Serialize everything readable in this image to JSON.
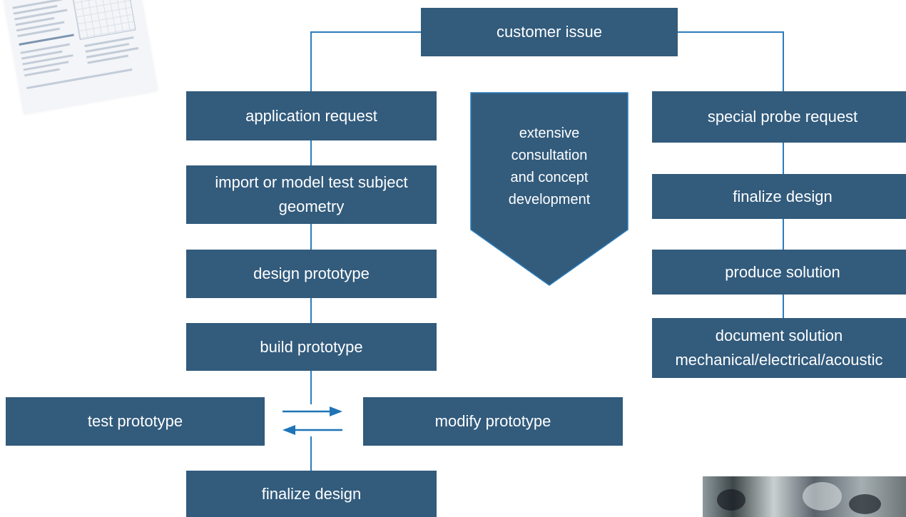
{
  "colors": {
    "box_fill": "#325b7c",
    "box_text": "#ffffff",
    "connector": "#2b7dbd",
    "arrow": "#1f74b8"
  },
  "diagram": {
    "top": {
      "customer_issue": "customer issue"
    },
    "left_branch": {
      "application_request": "application request",
      "import_geometry": "import or model test subject geometry",
      "design_prototype": "design prototype",
      "build_prototype": "build prototype",
      "test_prototype": "test prototype",
      "modify_prototype": "modify prototype",
      "finalize_design": "finalize design"
    },
    "center": {
      "consultation": "extensive\nconsultation\nand concept\ndevelopment"
    },
    "right_branch": {
      "special_probe_request": "special probe request",
      "finalize_design": "finalize design",
      "produce_solution": "produce solution",
      "document_solution": "document solution mechanical/electrical/acoustic"
    }
  },
  "icons": {
    "forward_arrow": "arrow-right-icon",
    "back_arrow": "arrow-left-icon"
  }
}
